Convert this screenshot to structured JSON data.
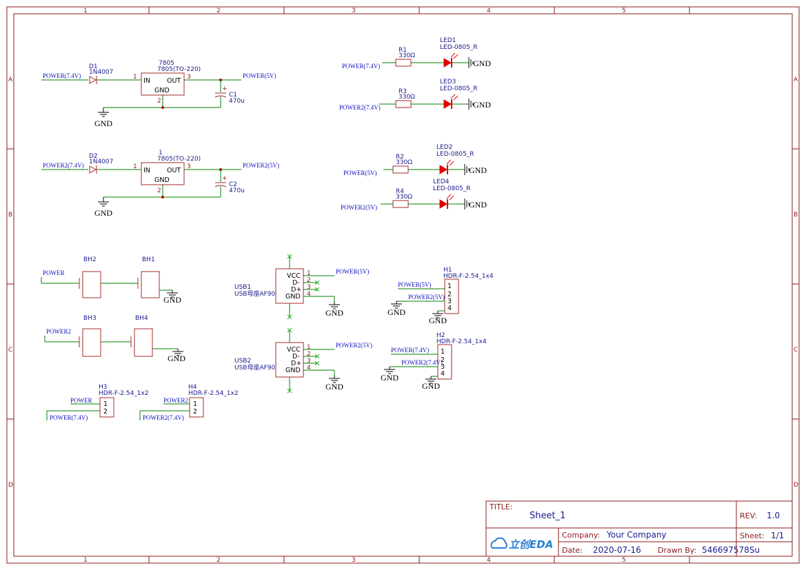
{
  "frame": {
    "columns": [
      "1",
      "2",
      "3",
      "4",
      "5"
    ],
    "rows": [
      "A",
      "B",
      "C",
      "D"
    ]
  },
  "regulators": [
    {
      "diode_ref": "D1",
      "diode_val": "1N4007",
      "in_net": "POWER(7.4V)",
      "reg_ref": "7805",
      "reg_val": "7805(TO-220)",
      "pin_in": "IN",
      "pin_out": "OUT",
      "pin_gnd": "GND",
      "pin1": "1",
      "pin2": "2",
      "pin3": "3",
      "out_net": "POWER(5V)",
      "cap_ref": "C1",
      "cap_val": "470u",
      "gnd": "GND"
    },
    {
      "diode_ref": "D2",
      "diode_val": "1N4007",
      "in_net": "POWER2(7.4V)",
      "reg_ref": "1",
      "reg_val": "7805(TO-220)",
      "pin_in": "IN",
      "pin_out": "OUT",
      "pin_gnd": "GND",
      "pin1": "1",
      "pin2": "2",
      "pin3": "3",
      "out_net": "POWER2(5V)",
      "cap_ref": "C2",
      "cap_val": "470u",
      "gnd": "GND"
    }
  ],
  "leds": [
    {
      "res_ref": "R1",
      "res_val": "330Ω",
      "led_ref": "LED1",
      "led_val": "LED-0805_R",
      "net": "POWER(7.4V)",
      "gnd": "GND"
    },
    {
      "res_ref": "R3",
      "res_val": "330Ω",
      "led_ref": "LED3",
      "led_val": "LED-0805_R",
      "net": "POWER2(7.4V)",
      "gnd": "GND"
    },
    {
      "res_ref": "R2",
      "res_val": "330Ω",
      "led_ref": "LED2",
      "led_val": "LED-0805_R",
      "net": "POWER(5V)",
      "gnd": "GND"
    },
    {
      "res_ref": "R4",
      "res_val": "330Ω",
      "led_ref": "LED4",
      "led_val": "LED-0805_R",
      "net": "POWER2(5V)",
      "gnd": "GND"
    }
  ],
  "batteries": [
    {
      "net": "POWER",
      "left": "BH2",
      "right": "BH1",
      "gnd": "GND"
    },
    {
      "net": "POWER2",
      "left": "BH3",
      "right": "BH4",
      "gnd": "GND"
    }
  ],
  "usb": [
    {
      "ref": "USB1",
      "val": "USB母座AF90",
      "pins": [
        "VCC",
        "D-",
        "D+",
        "GND"
      ],
      "nums": [
        "1",
        "2",
        "3",
        "4"
      ],
      "net": "POWER(5V)",
      "gnd": "GND"
    },
    {
      "ref": "USB2",
      "val": "USB母座AF90",
      "pins": [
        "VCC",
        "D-",
        "D+",
        "GND"
      ],
      "nums": [
        "1",
        "2",
        "3",
        "4"
      ],
      "net": "POWER2(5V)",
      "gnd": "GND"
    }
  ],
  "headers4": [
    {
      "ref": "H1",
      "val": "HDR-F-2.54_1x4",
      "net1": "POWER(5V)",
      "net2": "POWER2(5V)",
      "nums": [
        "1",
        "2",
        "3",
        "4"
      ],
      "gnd1": "GND",
      "gnd2": "GND"
    },
    {
      "ref": "H2",
      "val": "HDR-F-2.54_1x4",
      "net1": "POWER(7.4V)",
      "net2": "POWER2(7.4V)",
      "nums": [
        "1",
        "2",
        "3",
        "4"
      ],
      "gnd1": "GND",
      "gnd2": "GND"
    }
  ],
  "headers2": [
    {
      "ref": "H3",
      "val": "HDR-F-2.54_1x2",
      "net1": "POWER",
      "net2": "POWER(7.4V)",
      "nums": [
        "1",
        "2"
      ]
    },
    {
      "ref": "H4",
      "val": "HDR-F-2.54_1x2",
      "net1": "POWER2",
      "net2": "POWER2(7.4V)",
      "nums": [
        "1",
        "2"
      ]
    }
  ],
  "title_block": {
    "title_label": "TITLE:",
    "title": "Sheet_1",
    "rev_label": "REV:",
    "rev": "1.0",
    "company_label": "Company:",
    "company": "Your Company",
    "sheet_label": "Sheet:",
    "sheet": "1/1",
    "date_label": "Date:",
    "date": "2020-07-16",
    "drawn_label": "Drawn By:",
    "drawn": "546697578Su",
    "logo": "立创EDA",
    "logo_icon": "cloud-icon"
  },
  "colors": {
    "frame": "#8b1a1a",
    "wire": "#008000",
    "net": "#1010c0",
    "led": "#e00000"
  }
}
